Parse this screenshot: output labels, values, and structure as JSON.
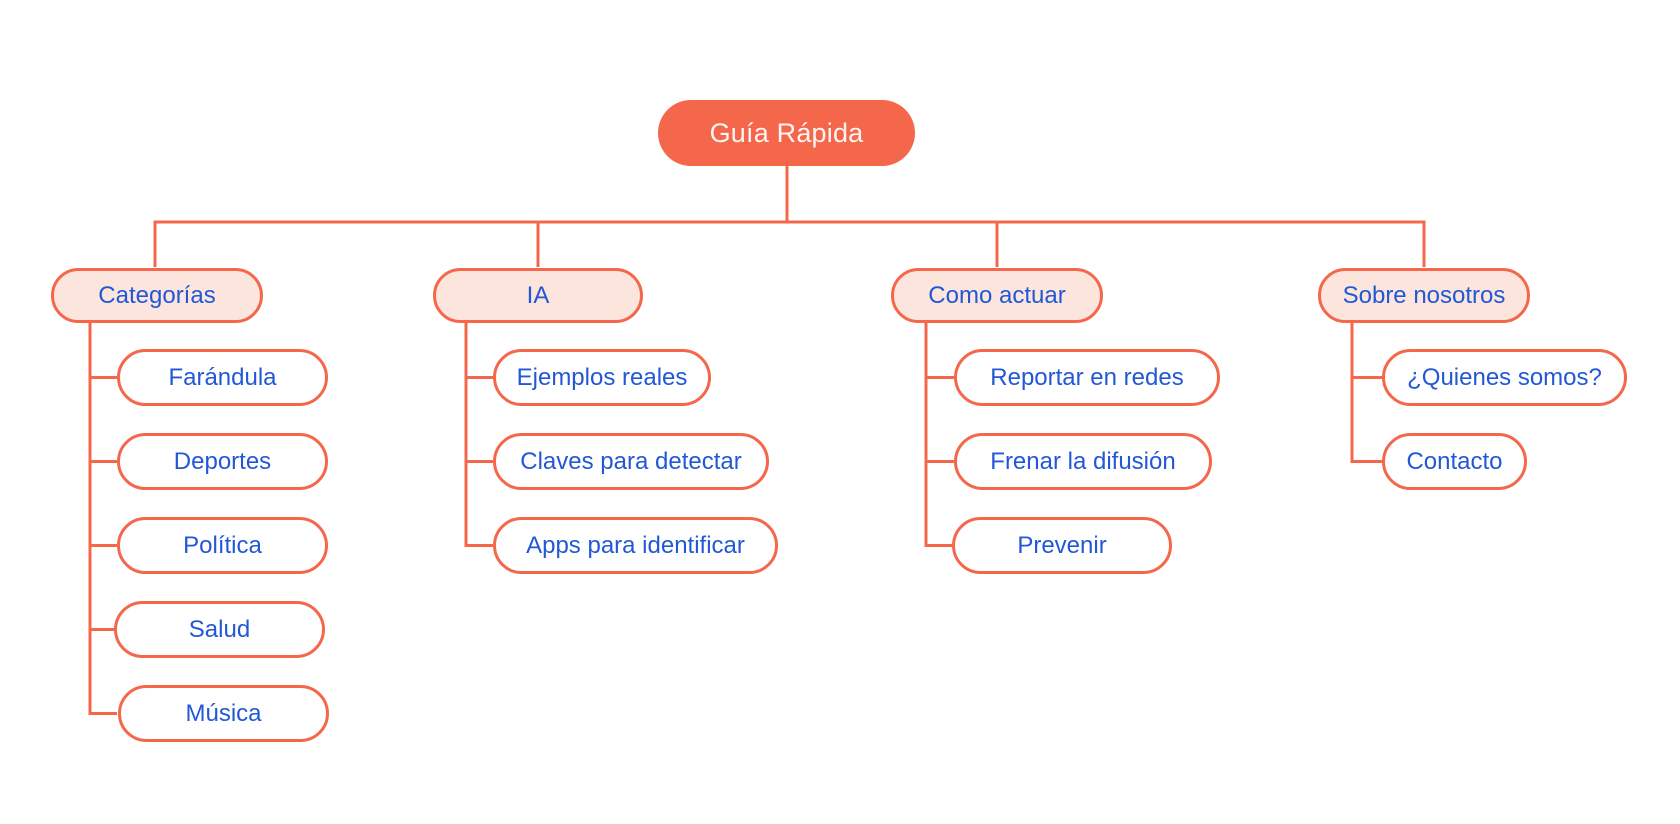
{
  "colors": {
    "accent_orange": "#f5674b",
    "branch_fill_pink": "#fbe5dd",
    "node_text_blue": "#2258d6",
    "root_text": "#fef5f2",
    "background": "#ffffff"
  },
  "mindmap": {
    "root": {
      "label": "Guía Rápida"
    },
    "branches": [
      {
        "label": "Categorías",
        "children": [
          {
            "label": "Farándula"
          },
          {
            "label": "Deportes"
          },
          {
            "label": "Política"
          },
          {
            "label": "Salud"
          },
          {
            "label": "Música"
          }
        ]
      },
      {
        "label": "IA",
        "children": [
          {
            "label": "Ejemplos reales"
          },
          {
            "label": "Claves para detectar"
          },
          {
            "label": "Apps para identificar"
          }
        ]
      },
      {
        "label": "Como actuar",
        "children": [
          {
            "label": "Reportar en redes"
          },
          {
            "label": "Frenar la difusión"
          },
          {
            "label": "Prevenir"
          }
        ]
      },
      {
        "label": "Sobre nosotros",
        "children": [
          {
            "label": "¿Quienes somos?"
          },
          {
            "label": "Contacto"
          }
        ]
      }
    ]
  }
}
